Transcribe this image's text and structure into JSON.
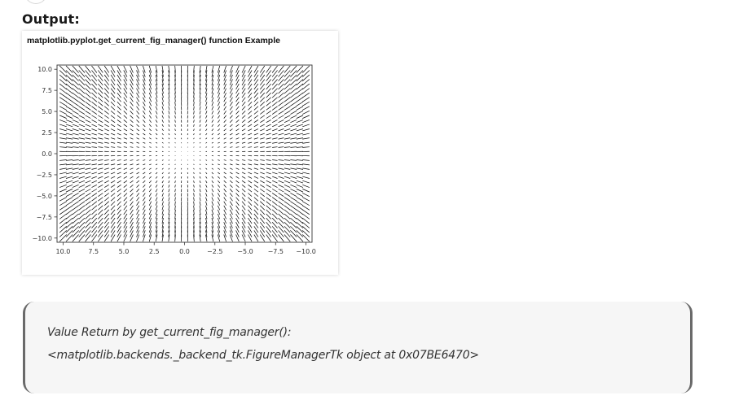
{
  "output_heading": "Output:",
  "chart_data": {
    "type": "quiver",
    "title": "matplotlib.pyplot.get_current_fig_manager() function Example",
    "xlabel": "",
    "ylabel": "",
    "xlim": [
      10.5,
      -10.5
    ],
    "ylim": [
      -10.5,
      10.5
    ],
    "x_inverted": true,
    "grid": false,
    "xticks": [
      10.0,
      7.5,
      5.0,
      2.5,
      0.0,
      -2.5,
      -5.0,
      -7.5,
      -10.0
    ],
    "xtick_labels": [
      "10.0",
      "7.5",
      "5.0",
      "2.5",
      "0.0",
      "−2.5",
      "−5.0",
      "−7.5",
      "−10.0"
    ],
    "yticks": [
      10.0,
      7.5,
      5.0,
      2.5,
      0.0,
      -2.5,
      -5.0,
      -7.5,
      -10.0
    ],
    "ytick_labels": [
      "10.0",
      "7.5",
      "5.0",
      "2.5",
      "0.0",
      "−2.5",
      "−5.0",
      "−7.5",
      "−10.0"
    ],
    "grid_x_range": [
      -10,
      10
    ],
    "grid_y_range": [
      -10,
      10
    ],
    "grid_count": 40,
    "vector_field": "u = x, v = y",
    "arrow_color": "#000000"
  },
  "result": {
    "line1": "Value Return by get_current_fig_manager():",
    "line2": "<matplotlib.backends._backend_tk.FigureManagerTk object at 0x07BE6470>"
  }
}
